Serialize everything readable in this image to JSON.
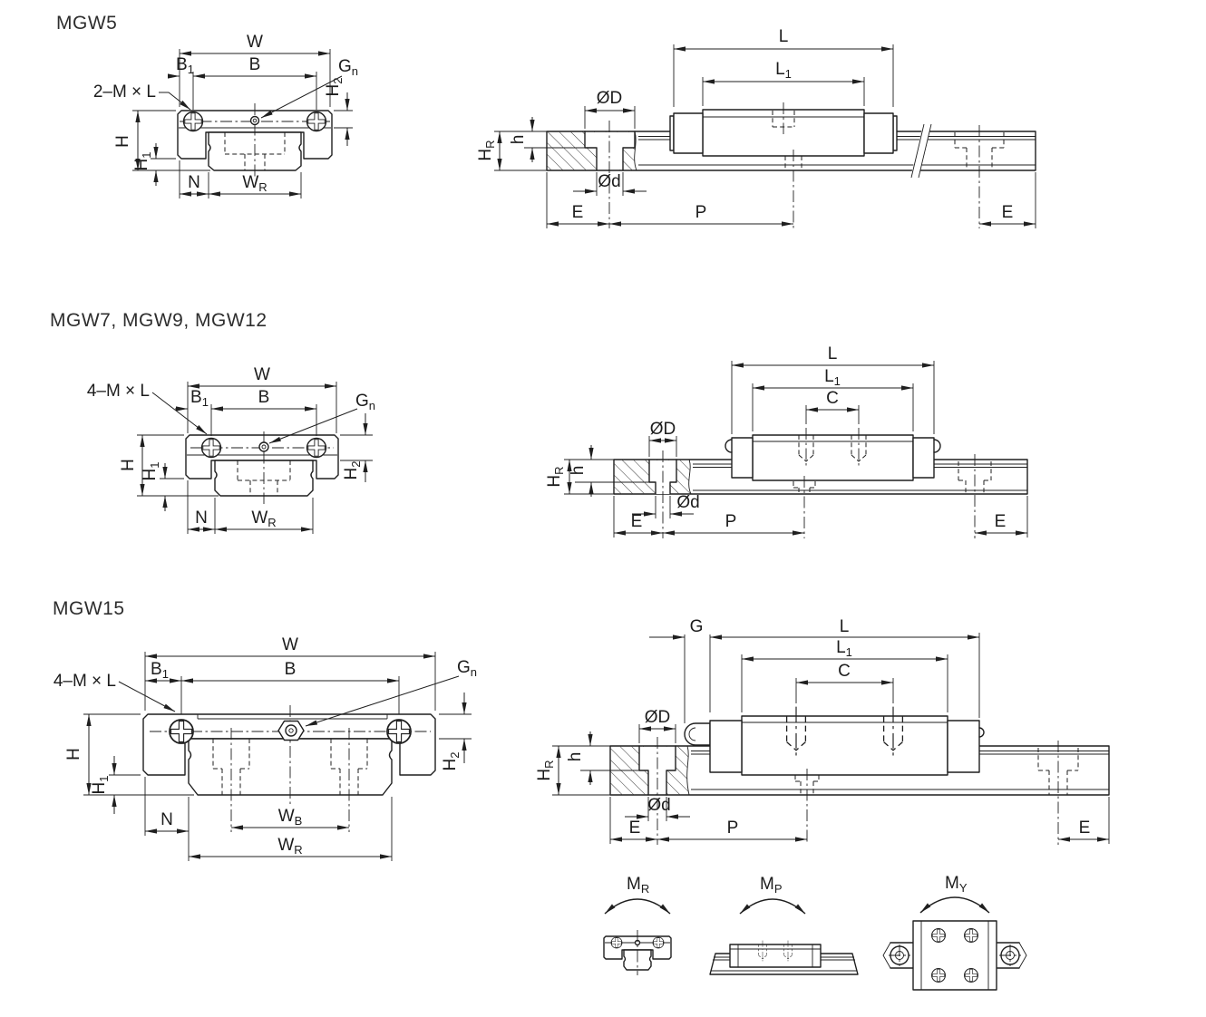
{
  "page": {
    "background": "#ffffff",
    "ink": "#1f1f1f"
  },
  "drawing": {
    "series": [
      {
        "title": "MGW5"
      },
      {
        "title": "MGW7, MGW9, MGW12"
      },
      {
        "title": "MGW15"
      }
    ],
    "mount_note_2": "2–M × L",
    "mount_note_4": "4–M × L",
    "dims": {
      "W": "W",
      "B": "B",
      "B1": [
        "B",
        "1"
      ],
      "Gn": [
        "G",
        "n"
      ],
      "H": "H",
      "H1": [
        "H",
        "1"
      ],
      "H2": [
        "H",
        "2"
      ],
      "N": "N",
      "WR": [
        "W",
        "R"
      ],
      "WB": [
        "W",
        "B"
      ],
      "L": "L",
      "L1": [
        "L",
        "1"
      ],
      "C": "C",
      "G": "G",
      "dia_D": "ØD",
      "dia_d": "Ød",
      "h": "h",
      "HR": [
        "H",
        "R"
      ],
      "E": "E",
      "P": "P"
    },
    "moments": {
      "MR": [
        "M",
        "R"
      ],
      "MP": [
        "M",
        "P"
      ],
      "MY": [
        "M",
        "Y"
      ]
    }
  }
}
